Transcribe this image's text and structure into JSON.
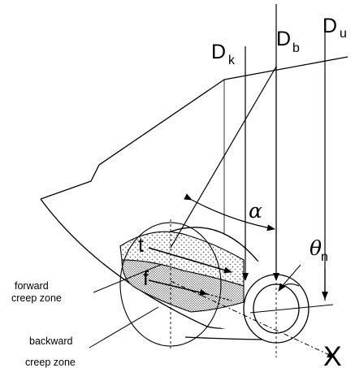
{
  "labels": {
    "d_k_main": "D",
    "d_k_sub": "k",
    "d_b_main": "D",
    "d_b_sub": "b",
    "d_u_main": "D",
    "d_u_sub": "u",
    "alpha": "α",
    "theta_main": "θ",
    "theta_sub": "n",
    "tau_upper": "t",
    "tau_lower": "f",
    "forward_line1": "forward",
    "forward_line2": "creep zone",
    "backward_line1": "backward",
    "backward_line2": "creep zone",
    "x_axis": "X"
  },
  "colors": {
    "ink": "#000000",
    "paper": "#ffffff",
    "dot_fill": "#6f6f6f"
  }
}
